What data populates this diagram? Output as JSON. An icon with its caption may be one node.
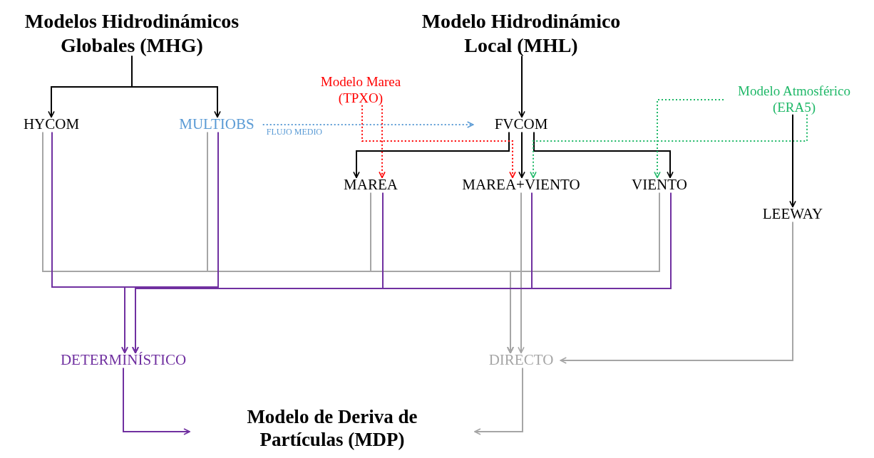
{
  "diagram": {
    "nodes": [
      {
        "text": [
          "Modelos Hidrodinámicos Globales (MHG)"
        ]
      },
      {
        "text": [
          "Modelo Hidrodinámico Local (MHL)"
        ]
      },
      {
        "text": [
          "Modelo Marea (TPXO)"
        ]
      },
      {
        "text": [
          "Modelo Atmosférico (ERA5)"
        ]
      },
      {
        "text": [
          "HYCOM"
        ]
      },
      {
        "text": [
          "MULTIOBS"
        ]
      },
      {
        "text": [
          "FVCOM"
        ]
      },
      {
        "text": [
          "MAREA"
        ]
      },
      {
        "text": [
          "MAREA+VIENTO"
        ]
      },
      {
        "text": [
          "VIENTO"
        ]
      },
      {
        "text": [
          "LEEWAY"
        ]
      },
      {
        "text": [
          "DETERMINÍSTICO"
        ]
      },
      {
        "text": [
          "DIRECTO"
        ]
      },
      {
        "text": [
          "Modelo de Deriva de Partículas (MDP)"
        ]
      }
    ],
    "edges": [
      {
        "from": 0,
        "to": 4,
        "arrow": "to"
      },
      {
        "from": 0,
        "to": 5,
        "arrow": "to"
      },
      {
        "from": 1,
        "to": 6,
        "arrow": "to"
      },
      {
        "from": 5,
        "to": 6,
        "arrow": "to",
        "label": "FLUJO MEDIO",
        "style": "dashed",
        "color": "#5b9bd5"
      },
      {
        "from": 6,
        "to": 7,
        "arrow": "to"
      },
      {
        "from": 6,
        "to": 8,
        "arrow": "to"
      },
      {
        "from": 6,
        "to": 9,
        "arrow": "to"
      },
      {
        "from": 2,
        "to": 7,
        "arrow": "to",
        "style": "dashed",
        "color": "#ff0000"
      },
      {
        "from": 2,
        "to": 8,
        "arrow": "to",
        "style": "dashed",
        "color": "#ff0000"
      },
      {
        "from": 3,
        "to": 8,
        "arrow": "to",
        "style": "dashed",
        "color": "#1fb868"
      },
      {
        "from": 3,
        "to": 9,
        "arrow": "to",
        "style": "dashed",
        "color": "#1fb868"
      },
      {
        "from": 3,
        "to": 10,
        "arrow": "to"
      },
      {
        "from": 4,
        "to": 12,
        "arrow": "to",
        "color": "#a6a6a6"
      },
      {
        "from": 5,
        "to": 12,
        "arrow": "to",
        "color": "#a6a6a6"
      },
      {
        "from": 7,
        "to": 12,
        "arrow": "to",
        "color": "#a6a6a6"
      },
      {
        "from": 9,
        "to": 12,
        "arrow": "to",
        "color": "#a6a6a6"
      },
      {
        "from": 8,
        "to": 12,
        "arrow": "to",
        "color": "#a6a6a6"
      },
      {
        "from": 4,
        "to": 11,
        "arrow": "to",
        "color": "#7030a0"
      },
      {
        "from": 5,
        "to": 11,
        "arrow": "to",
        "color": "#7030a0"
      },
      {
        "from": 7,
        "to": 11,
        "arrow": "to",
        "color": "#7030a0"
      },
      {
        "from": 8,
        "to": 11,
        "arrow": "to",
        "color": "#7030a0"
      },
      {
        "from": 9,
        "to": 11,
        "arrow": "to",
        "color": "#7030a0"
      },
      {
        "from": 10,
        "to": 12,
        "arrow": "to",
        "color": "#a6a6a6"
      },
      {
        "from": 11,
        "to": 13,
        "arrow": "to",
        "color": "#7030a0"
      },
      {
        "from": 12,
        "to": 13,
        "arrow": "to",
        "color": "#a6a6a6"
      }
    ]
  }
}
